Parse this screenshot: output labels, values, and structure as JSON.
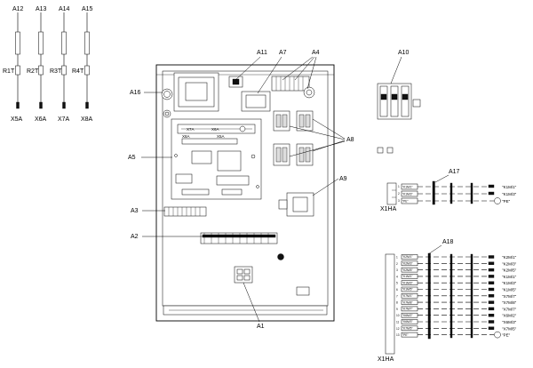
{
  "sensors": [
    {
      "tag": "A12",
      "resistor": "R1T",
      "connector": "X5A"
    },
    {
      "tag": "A13",
      "resistor": "R2T",
      "connector": "X6A"
    },
    {
      "tag": "A14",
      "resistor": "R3T",
      "connector": "X7A"
    },
    {
      "tag": "A15",
      "resistor": "R4T",
      "connector": "X8A"
    }
  ],
  "callouts": {
    "a11": "A11",
    "a7": "A7",
    "a4": "A4",
    "a16": "A16",
    "a5": "A5",
    "a8": "A8",
    "a9": "A9",
    "a3": "A3",
    "a2": "A2",
    "a1": "A1",
    "a10": "A10",
    "a17": "A17",
    "a18": "A18"
  },
  "board_labels": {
    "x7a": "X7A",
    "x6a": "X6A",
    "x8a_left": "X8A",
    "x5a": "X5A"
  },
  "a17_block": {
    "connector": "X1HA",
    "pins": [
      "1",
      "2",
      "3"
    ],
    "wire_labels": [
      "\"K1M/1\"",
      "\"K1M/3\"",
      "\"PE\""
    ],
    "outputs": [
      "\"K1M/1\"",
      "\"K1M/3\"",
      "\"PE\""
    ]
  },
  "a18_block": {
    "connector": "X1HA",
    "pins": [
      "1",
      "2",
      "3",
      "4",
      "5",
      "6",
      "7",
      "8",
      "9",
      "10",
      "11",
      "12",
      "13"
    ],
    "wire_labels": [
      "\"K2M/1\"",
      "\"K2M/3\"",
      "\"K2M/5\"",
      "\"K1M/1\"",
      "\"K1M/3\"",
      "\"K1M/5\"",
      "\"K7M/1\"",
      "\"K7M/8\"",
      "\"K7M/7\"",
      "\"K6M/2\"",
      "\"K6M/3\"",
      "\"K7M/5\"",
      "\"PE\""
    ],
    "outputs": [
      "\"K2M/1\"",
      "\"K2M/3\"",
      "\"K2M/5\"",
      "\"K1M/1\"",
      "\"K1M/3\"",
      "\"K1M/5\"",
      "\"X7M/7\"",
      "\"X7M/8\"",
      "\"X7M/7\"",
      "\"X6M/2\"",
      "\"X6M/3\"",
      "\"X7M/5\"",
      "\"PE\""
    ]
  }
}
